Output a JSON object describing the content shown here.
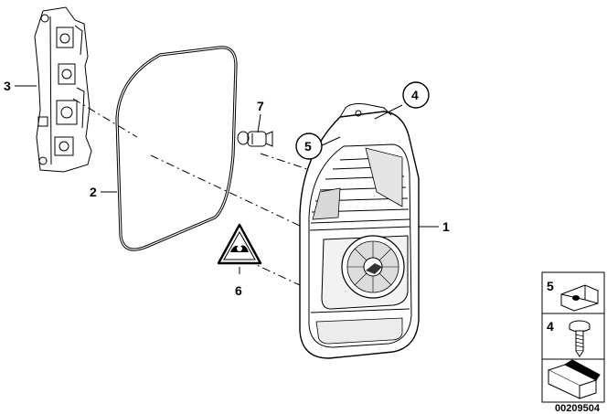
{
  "diagram": {
    "callouts": [
      {
        "id": "1",
        "label": "1"
      },
      {
        "id": "2",
        "label": "2"
      },
      {
        "id": "3",
        "label": "3"
      },
      {
        "id": "4",
        "label": "4"
      },
      {
        "id": "5",
        "label": "5"
      },
      {
        "id": "6",
        "label": "6"
      },
      {
        "id": "7",
        "label": "7"
      }
    ],
    "legend": [
      {
        "id": "5",
        "label": "5"
      },
      {
        "id": "4",
        "label": "4"
      }
    ],
    "part_number": "00209504"
  }
}
